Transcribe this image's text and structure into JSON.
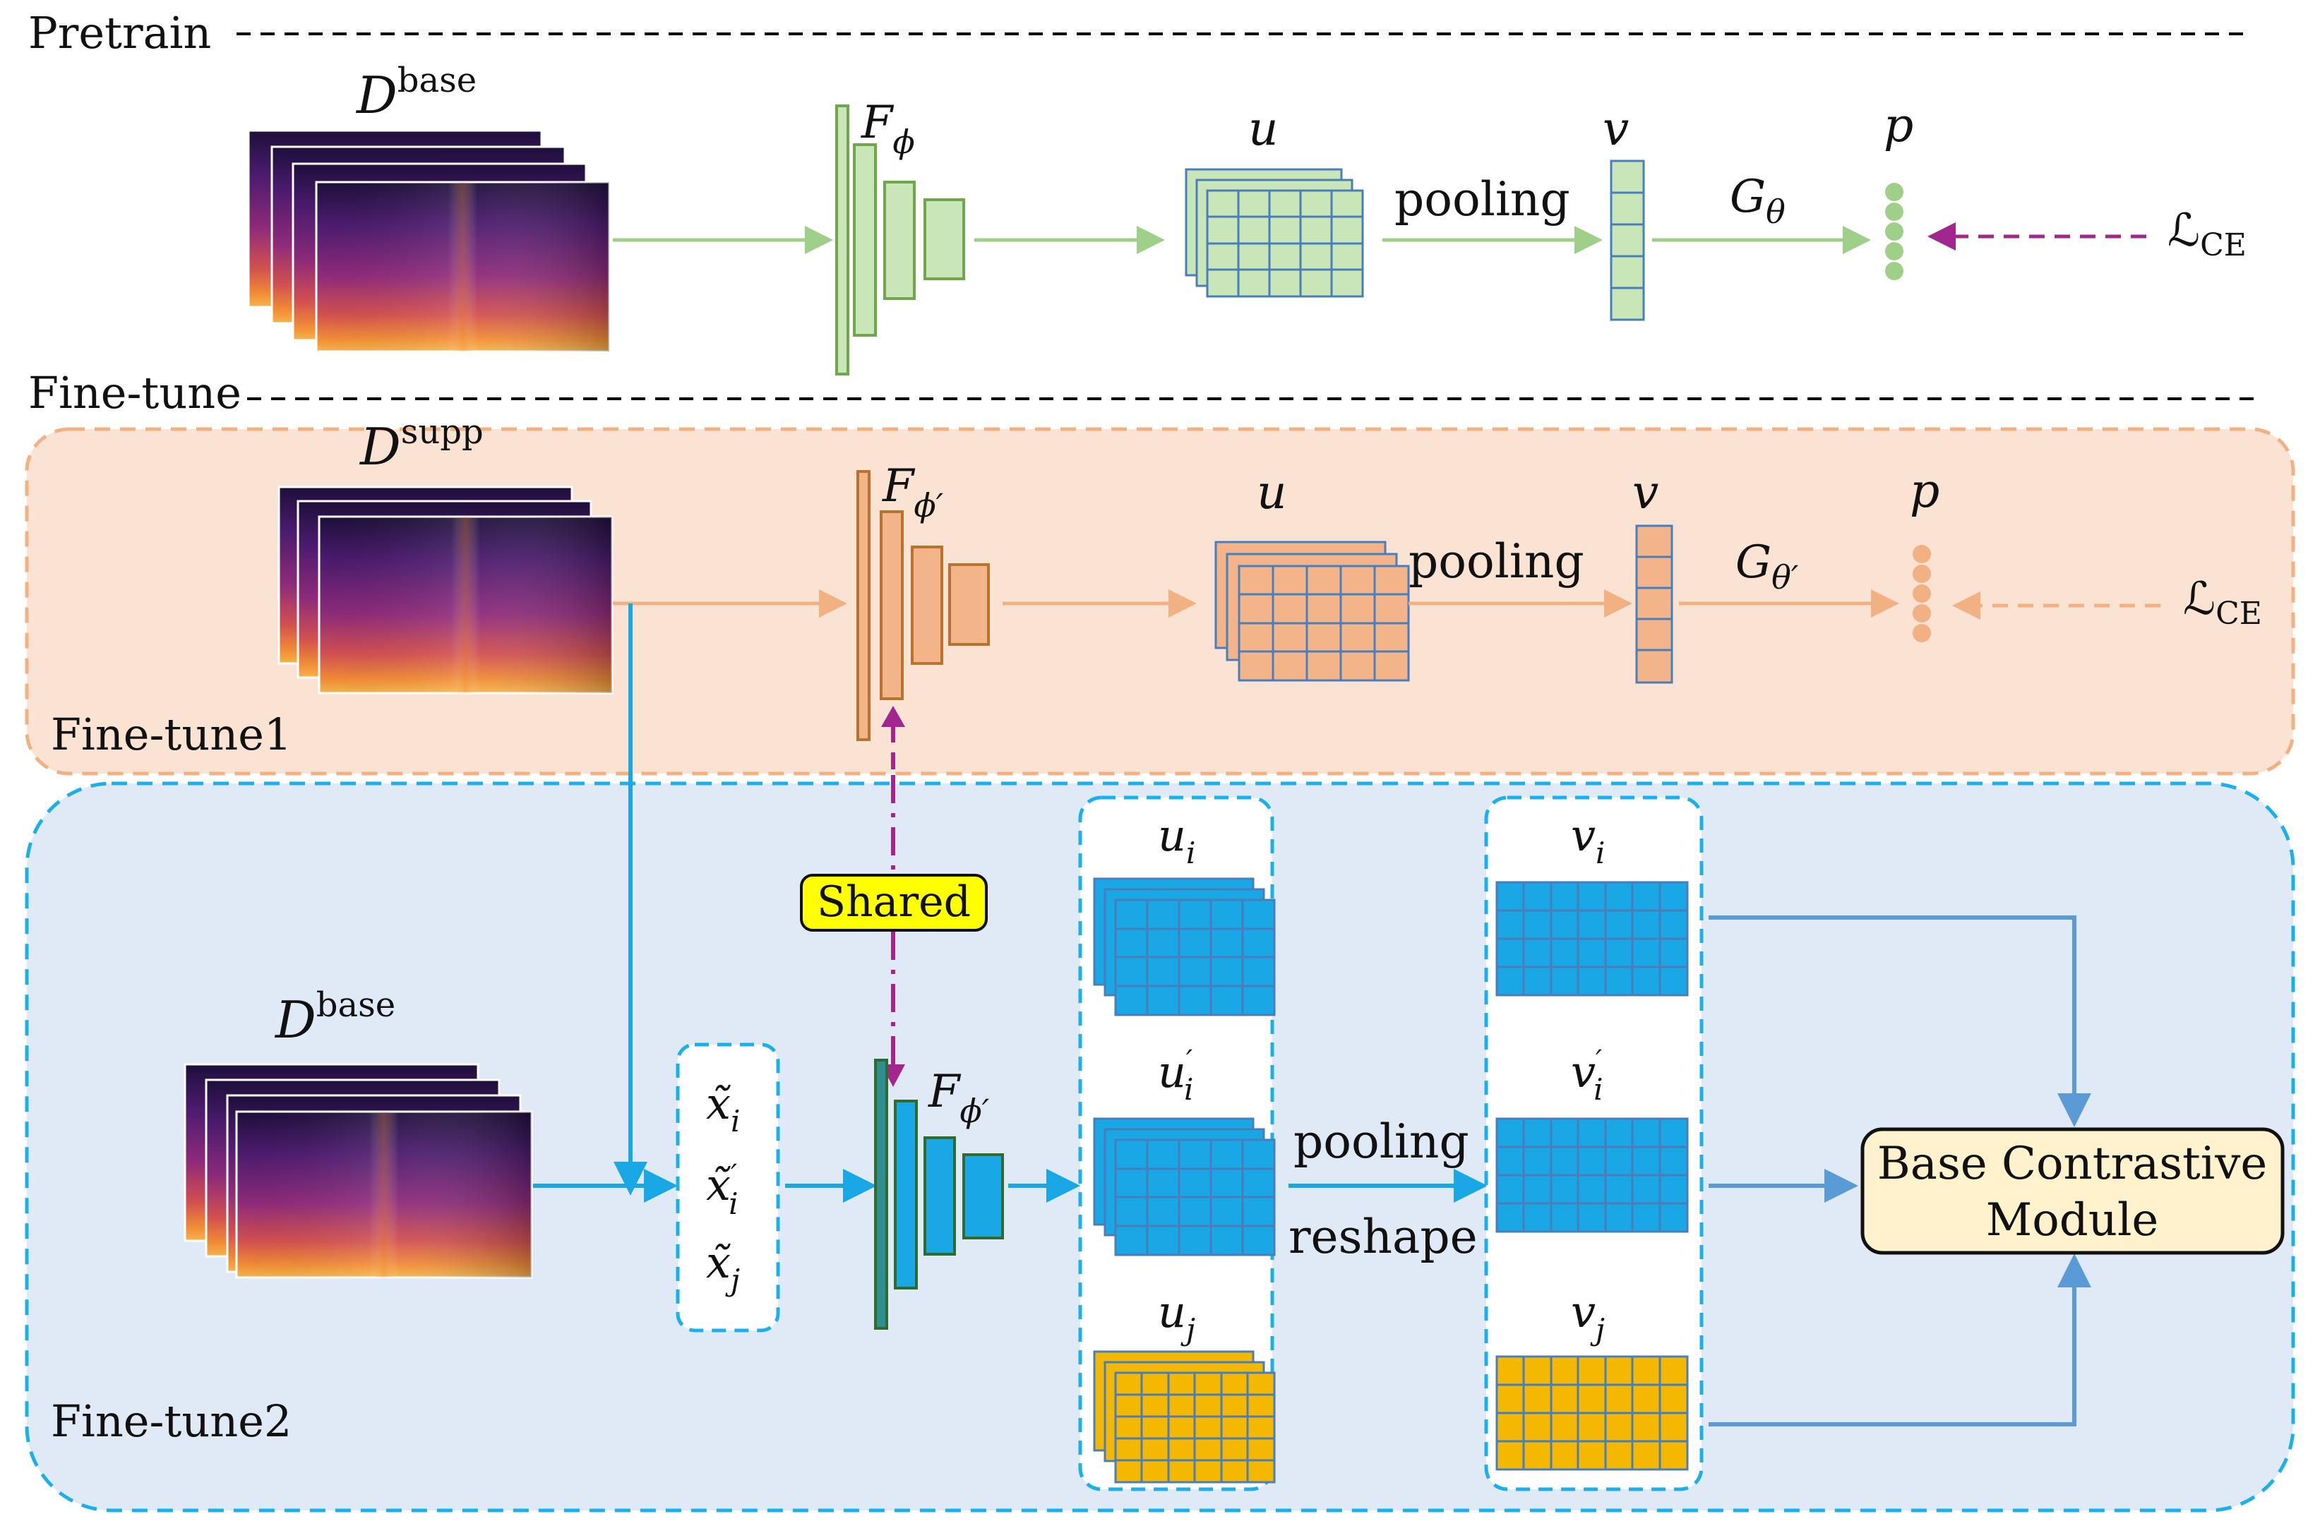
{
  "sections": {
    "pretrain": "Pretrain",
    "finetune": "Fine-tune",
    "finetune1": "Fine-tune1",
    "finetune2": "Fine-tune2"
  },
  "pretrain": {
    "dataset": {
      "symbol": "D",
      "sup": "base"
    },
    "encoder": {
      "symbol": "F",
      "sub": "ϕ"
    },
    "feature": "u",
    "pooling": "pooling",
    "vector": "v",
    "head": {
      "symbol": "G",
      "sub": "θ"
    },
    "prob": "p",
    "loss": {
      "symbol": "ℒ",
      "sub": "CE"
    }
  },
  "finetune1": {
    "dataset": {
      "symbol": "D",
      "sup": "supp"
    },
    "encoder": {
      "symbol": "F",
      "sub": "ϕ′"
    },
    "feature": "u",
    "pooling": "pooling",
    "vector": "v",
    "head": {
      "symbol": "G",
      "sub": "θ′"
    },
    "prob": "p",
    "loss": {
      "symbol": "ℒ",
      "sub": "CE"
    }
  },
  "finetune2": {
    "dataset": {
      "symbol": "D",
      "sup": "base"
    },
    "shared_label": "Shared",
    "inputs": [
      {
        "symbol": "x̃",
        "sub": "i",
        "prime": ""
      },
      {
        "symbol": "x̃",
        "sub": "i",
        "prime": "′"
      },
      {
        "symbol": "x̃",
        "sub": "j",
        "prime": ""
      }
    ],
    "encoder": {
      "symbol": "F",
      "sub": "ϕ′"
    },
    "features": [
      {
        "symbol": "u",
        "sub": "i",
        "prime": ""
      },
      {
        "symbol": "u",
        "sub": "i",
        "prime": "′"
      },
      {
        "symbol": "u",
        "sub": "j",
        "prime": ""
      }
    ],
    "pooling": "pooling",
    "reshape": "reshape",
    "vectors": [
      {
        "symbol": "v",
        "sub": "i",
        "prime": ""
      },
      {
        "symbol": "v",
        "sub": "i",
        "prime": "′"
      },
      {
        "symbol": "v",
        "sub": "j",
        "prime": ""
      }
    ],
    "module": {
      "line1": "Base Contrastive",
      "line2": "Module"
    }
  },
  "colors": {
    "green_fill": "#c9e6b8",
    "green_stroke": "#6fa84a",
    "green_arrow": "#9fd08a",
    "orange_fill": "#f4b48a",
    "orange_stroke": "#b8732e",
    "orange_arrow": "#f2b183",
    "orange_band": "#fbe3d3",
    "orange_dash": "#f2b183",
    "blue_fill": "#1aa7e6",
    "blue_band": "#dfeaf6",
    "blue_dash": "#19b0ec",
    "blue_arrow": "#1aa7e6",
    "steel_arrow": "#5b9bd5",
    "grid_stroke": "#4a7ebb",
    "yellow_fill": "#f5b800",
    "magenta": "#a3268f",
    "module_fill": "#fff2cc",
    "shared_fill": "#ffff00",
    "encoder_teal": "#2f8f8f"
  }
}
